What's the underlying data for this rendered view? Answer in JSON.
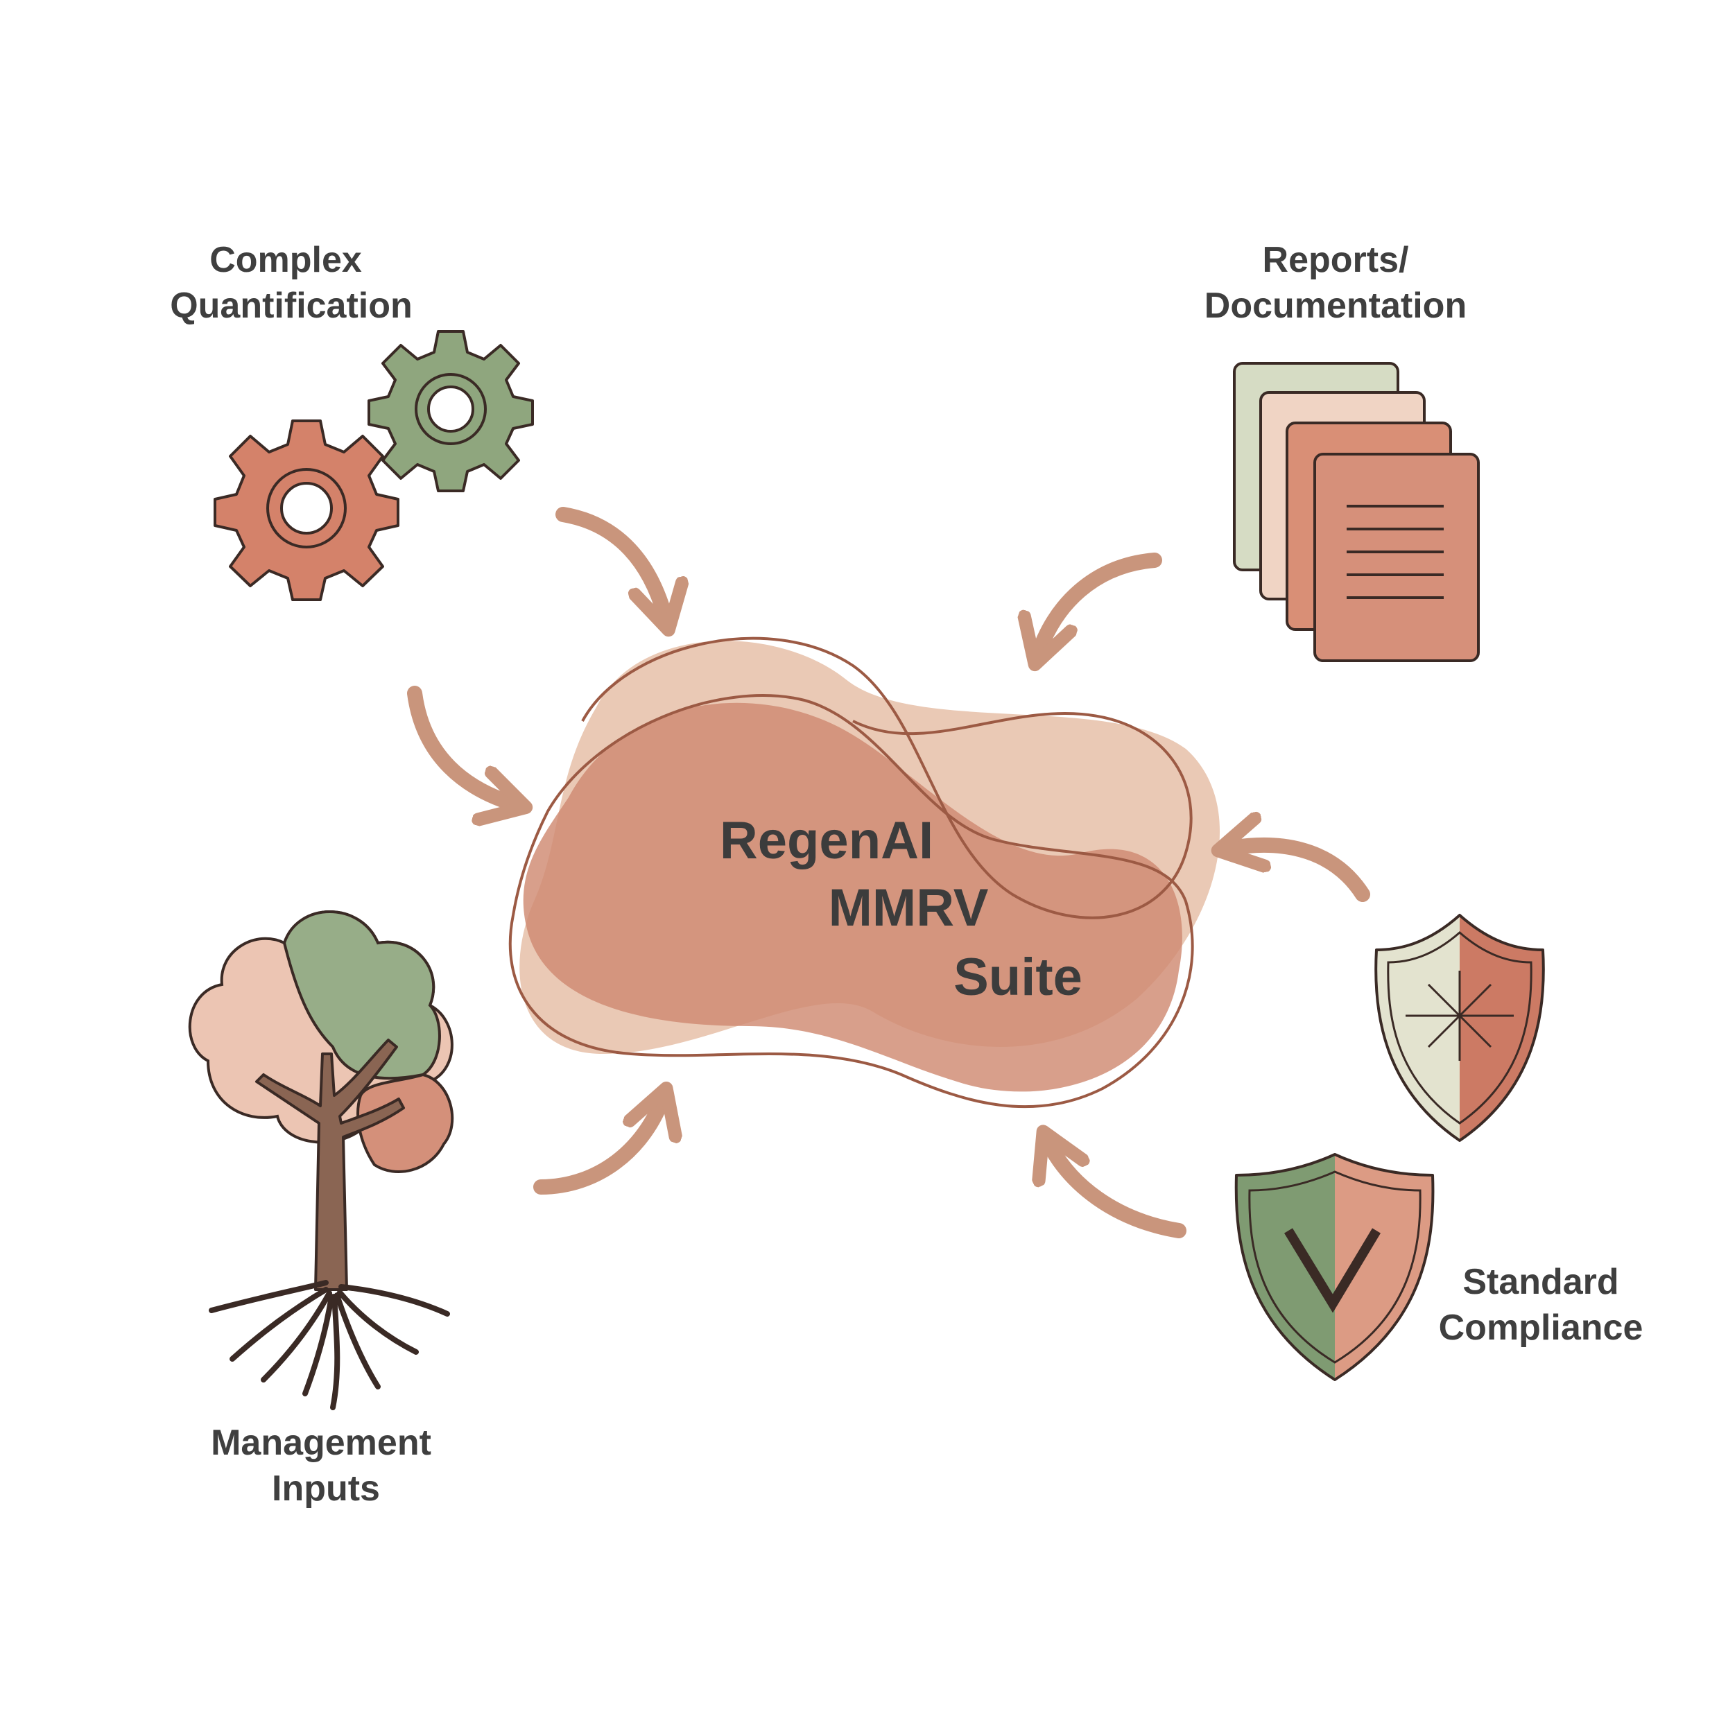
{
  "center": {
    "line1": "RegenAI",
    "line2": "MMRV",
    "line3": "Suite"
  },
  "nodes": {
    "complex_quantification": {
      "line1": "Complex",
      "line2": "Quantification",
      "icon": "gears-icon"
    },
    "reports_documentation": {
      "line1": "Reports/",
      "line2": "Documentation",
      "icon": "documents-stack-icon"
    },
    "management_inputs": {
      "line1": "Management",
      "line2": "Inputs",
      "icon": "tree-with-roots-icon"
    },
    "standard_compliance": {
      "line1": "Standard",
      "line2": "Compliance",
      "icon": "shields-icon"
    }
  },
  "colors": {
    "terracotta": "#d4907a",
    "sage": "#8fa67e",
    "peach": "#e6bfa8",
    "cream": "#e3e3cf",
    "arrow": "#c9957c",
    "outline": "#3a2a25",
    "trunk": "#8a6553"
  }
}
